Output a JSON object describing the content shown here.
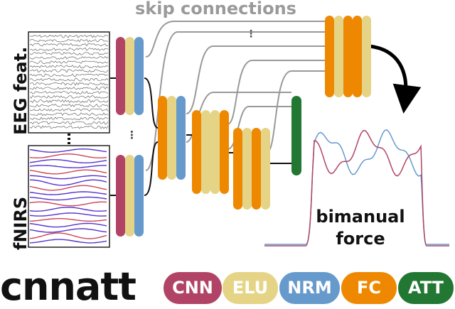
{
  "labels": {
    "skip_connections": "skip connections",
    "eeg": "EEG feat.",
    "fnirs": "fNIRS",
    "output_line1": "bimanual",
    "output_line2": "force",
    "model_name": "cnnatt"
  },
  "legend": [
    {
      "label": "CNN",
      "color": "#b14466"
    },
    {
      "label": "ELU",
      "color": "#e5d486"
    },
    {
      "label": "NRM",
      "color": "#6699cc"
    },
    {
      "label": "FC",
      "color": "#ee8800"
    },
    {
      "label": "ATT",
      "color": "#227733"
    }
  ],
  "colors": {
    "skip_line": "#999999",
    "eeg_trace": "#666666",
    "fnirs_trace_a": "#5533cc",
    "fnirs_trace_b": "#cc4455",
    "force_trace_a": "#6699cc",
    "force_trace_b": "#b14466"
  }
}
